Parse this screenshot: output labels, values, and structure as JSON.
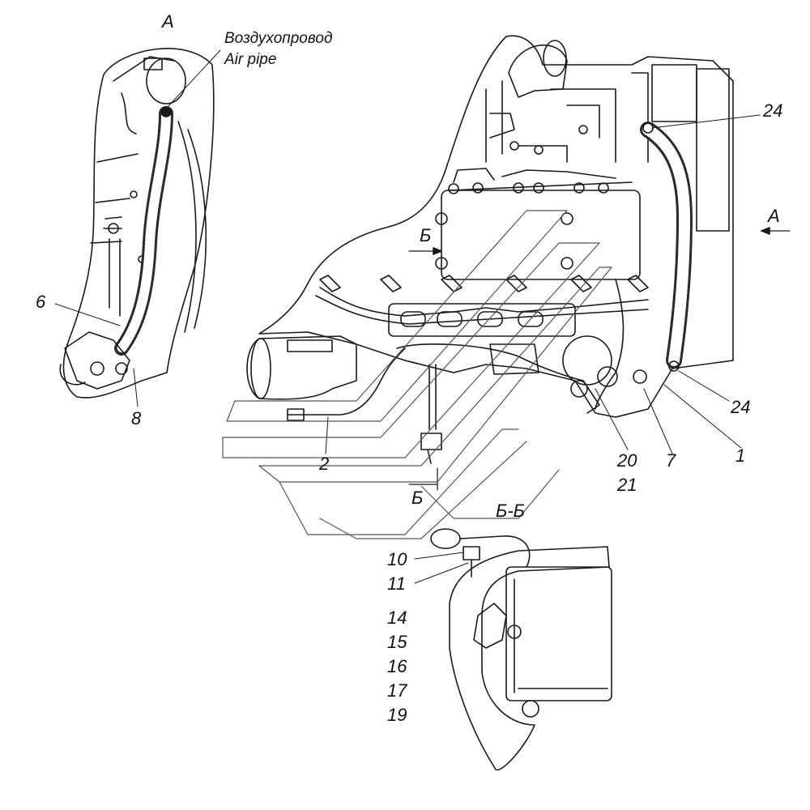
{
  "view_a": {
    "title": "A",
    "air_pipe_ru": "Воздухопровод",
    "air_pipe_en": "Air pipe"
  },
  "callouts": {
    "c6": "6",
    "c8": "8",
    "c2": "2",
    "c1": "1",
    "c7": "7",
    "c20": "20",
    "c21": "21",
    "c24_top": "24",
    "c24_bottom": "24",
    "arrow_a": "А",
    "section_b_top": "Б",
    "section_b_bottom": "Б"
  },
  "section_bb": {
    "title": "Б-Б",
    "parts": [
      "10",
      "11",
      "14",
      "15",
      "16",
      "17",
      "19"
    ]
  },
  "style": {
    "line_color": "#1a1a1a",
    "hose_color": "#2b2b2b",
    "background": "#ffffff"
  }
}
